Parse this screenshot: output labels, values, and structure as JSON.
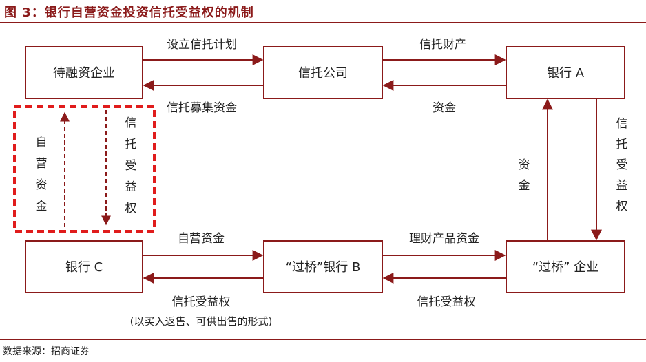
{
  "title": "图 3：银行自营资金投资信托受益权的机制",
  "source": "数据来源：招商证券",
  "colors": {
    "accent": "#8b1a1a",
    "dashed": "#e01c1c"
  },
  "nodes": {
    "enterprise_financing": "待融资企业",
    "trust_company": "信托公司",
    "bank_a": "银行 A",
    "bank_c": "银行 C",
    "bridge_bank_b": "“过桥”银行 B",
    "bridge_enterprise": "“过桥” 企业"
  },
  "edges": {
    "set_trust_plan": "设立信托计划",
    "trust_raised_funds": "信托募集资金",
    "trust_property": "信托财产",
    "funds_top": "资金",
    "funds_vertical": "资金",
    "trust_beneficiary_right_right": "信托受益权",
    "own_funds_bottom": "自营资金",
    "wealth_product_funds": "理财产品资金",
    "trust_beneficiary_right_bottom_left": "信托受益权",
    "trust_beneficiary_right_bottom_right": "信托受益权",
    "repo_note": "(以买入返售、可供出售的形式)",
    "own_funds_vertical": "自营资金",
    "trust_beneficiary_right_dashed": "信托受益权"
  }
}
